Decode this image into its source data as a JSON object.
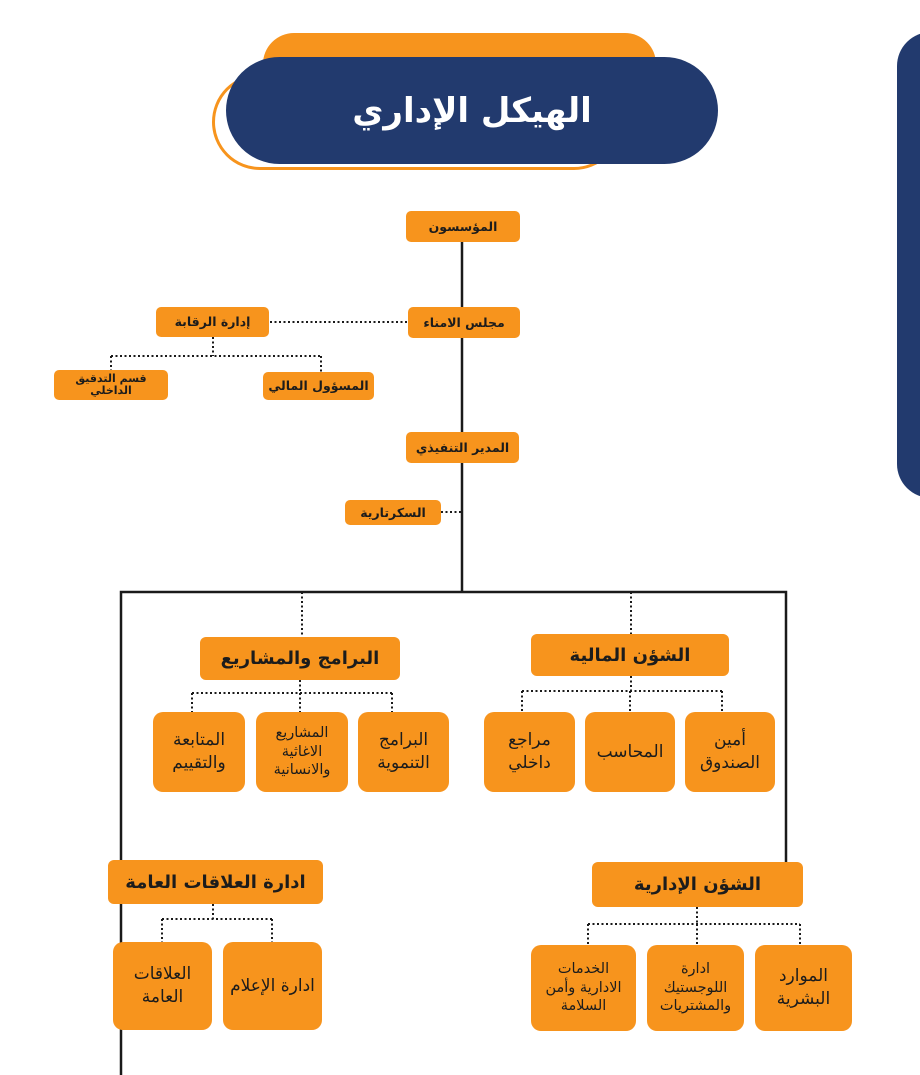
{
  "title": "الهيكل الإداري",
  "chart": {
    "founders": "المؤسسون",
    "board": "مجلس الامناء",
    "oversight": "إدارة الرقابة",
    "internal_audit": "قسم التدقيق الداخلي",
    "financial_officer": "المسؤول المالي",
    "executive_director": "المدير التنفيذي",
    "secretariat": "السكرتارية",
    "financial_affairs": {
      "label": "الشؤن المالية",
      "units": [
        "أمين الصندوق",
        "المحاسب",
        "مراجع داخلي"
      ]
    },
    "programs_projects": {
      "label": "البرامج والمشاريع",
      "units": [
        "البرامج التنموية",
        "المشاريع الاغاثية والانسانية",
        "المتابعة والتقييم"
      ]
    },
    "administrative_affairs": {
      "label": "الشؤن الإدارية",
      "units": [
        "الموارد البشرية",
        "ادارة اللوجستيك والمشتريات",
        "الخدمات الادارية وأمن السلامة"
      ]
    },
    "public_relations": {
      "label": "ادارة العلاقات العامة",
      "units": [
        "ادارة الإعلام",
        "العلاقات العامة"
      ]
    }
  },
  "colors": {
    "navy": "#223a6e",
    "orange": "#f7941d",
    "line": "#1a1a1a"
  }
}
